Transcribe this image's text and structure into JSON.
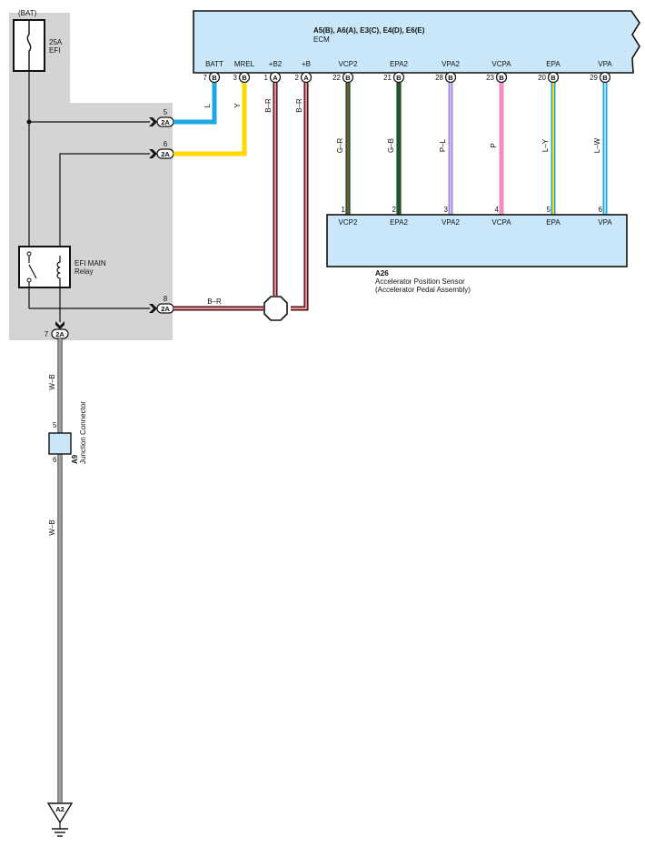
{
  "diagram": {
    "bat_label": "(BAT)",
    "fuse": {
      "rating": "25A",
      "name": "EFI"
    },
    "relay": {
      "line1": "EFI MAIN",
      "line2": "Relay"
    },
    "ecm": {
      "title": "A5(B), A6(A), E3(C), E4(D), E6(E)",
      "name": "ECM"
    },
    "ecm_pins": [
      {
        "label": "BATT",
        "num": "7",
        "conn": "B"
      },
      {
        "label": "MREL",
        "num": "3",
        "conn": "B"
      },
      {
        "label": "+B2",
        "num": "1",
        "conn": "A"
      },
      {
        "label": "+B",
        "num": "2",
        "conn": "A"
      },
      {
        "label": "VCP2",
        "num": "22",
        "conn": "B"
      },
      {
        "label": "EPA2",
        "num": "21",
        "conn": "B"
      },
      {
        "label": "VPA2",
        "num": "28",
        "conn": "B"
      },
      {
        "label": "VCPA",
        "num": "23",
        "conn": "B"
      },
      {
        "label": "EPA",
        "num": "20",
        "conn": "B"
      },
      {
        "label": "VPA",
        "num": "29",
        "conn": "B"
      }
    ],
    "sensor": {
      "code": "A26",
      "name_line1": "Accelerator Position Sensor",
      "name_line2": "(Accelerator Pedal Assembly)",
      "pins": [
        {
          "num": "1",
          "label": "VCP2"
        },
        {
          "num": "2",
          "label": "EPA2"
        },
        {
          "num": "3",
          "label": "VPA2"
        },
        {
          "num": "4",
          "label": "VCPA"
        },
        {
          "num": "5",
          "label": "EPA"
        },
        {
          "num": "6",
          "label": "VPA"
        }
      ]
    },
    "wire_colors": [
      "L",
      "Y",
      "B–R",
      "B–R",
      "G–R",
      "G–B",
      "P–L",
      "P",
      "L–Y",
      "L–W"
    ],
    "relay_wire_color": "B–R",
    "ground_wire_color_1": "W–B",
    "ground_wire_color_2": "W–B",
    "junction_connectors": [
      {
        "pin": "5",
        "conn": "2A"
      },
      {
        "pin": "6",
        "conn": "2A"
      },
      {
        "pin": "8",
        "conn": "2A"
      },
      {
        "pin": "7",
        "conn": "2A"
      }
    ],
    "junction": {
      "code": "A9",
      "name": "Junction Connector",
      "pin_top": "5",
      "pin_bottom": "6"
    },
    "ground": {
      "code": "A2"
    },
    "colors": {
      "ecm_fill": "#c9e7f8",
      "relay_box_fill": "#d4d4d4",
      "wire_L": "#1ea8e0",
      "wire_Y": "#ffd800",
      "wire_BR": "#c0202a",
      "wire_G": "#2a9a3c",
      "wire_P": "#f38cbf",
      "wire_purple": "#a98bd6"
    }
  }
}
